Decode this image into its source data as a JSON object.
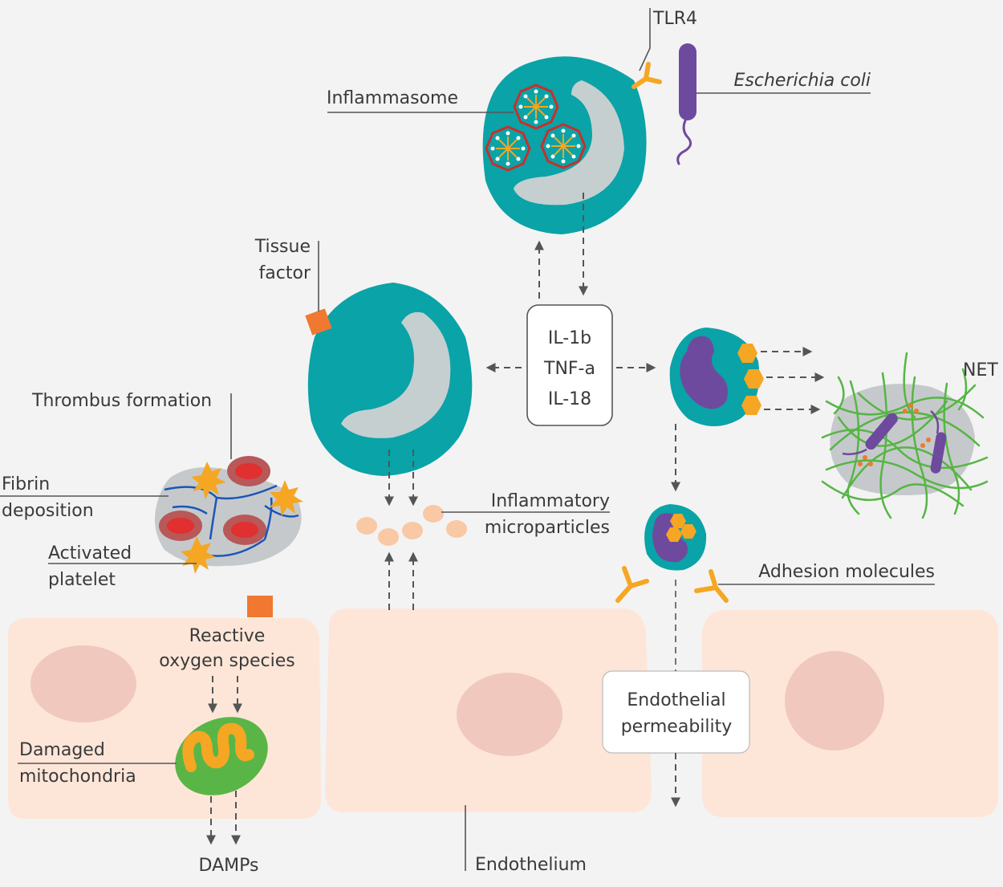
{
  "labels": {
    "tlr4": "TLR4",
    "ecoli": "Escherichia coli",
    "inflammasome": "Inflammasome",
    "tissue_factor_1": "Tissue",
    "tissue_factor_2": "factor",
    "cytokine_1": "IL-1b",
    "cytokine_2": "TNF-a",
    "cytokine_3": "IL-18",
    "net": "NET",
    "thrombus": "Thrombus formation",
    "fibrin_1": "Fibrin",
    "fibrin_2": "deposition",
    "platelet_1": "Activated",
    "platelet_2": "platelet",
    "microparticles_1": "Inflammatory",
    "microparticles_2": "microparticles",
    "adhesion": "Adhesion molecules",
    "ros_1": "Reactive",
    "ros_2": "oxygen species",
    "mito_1": "Damaged",
    "mito_2": "mitochondria",
    "permeability_1": "Endothelial",
    "permeability_2": "permeability",
    "damps": "DAMPs",
    "endothelium": "Endothelium"
  },
  "colors": {
    "background": "#f3f3f3",
    "cell_teal": "#0aa3a7",
    "nucleus_gray": "#c5cfd0",
    "receptor_orange": "#f5a623",
    "bacteria_purple": "#6e4a9e",
    "tissue_factor": "#f07830",
    "endothelial_cell": "#fde6d8",
    "endothelial_nucleus": "#f0c8bd",
    "microparticle": "#f9c8a5",
    "rbc_red": "#e03030",
    "fibrin_blue": "#1a56b8",
    "mito_green": "#5ab547",
    "net_green": "#56b545",
    "inflammasome_ring": "#c8302a"
  }
}
